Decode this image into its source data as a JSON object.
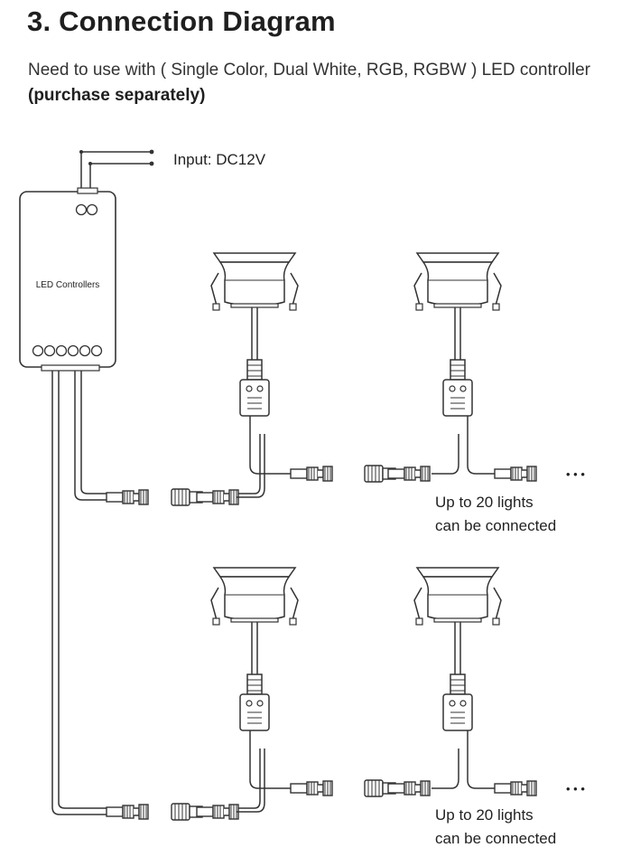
{
  "heading": {
    "title": "3. Connection Diagram",
    "intro": "Need to use with ( Single Color, Dual White, RGB, RGBW ) LED controller",
    "intro_bold": "(purchase separately)"
  },
  "diagram": {
    "input_label": "Input: DC12V",
    "controller_label": "LED Controllers",
    "row_note_line1": "Up to 20 lights",
    "row_note_line2": "can be connected",
    "continuation": "• • •"
  },
  "colors": {
    "stroke": "#333333",
    "fill": "#ffffff",
    "text": "#222222"
  }
}
